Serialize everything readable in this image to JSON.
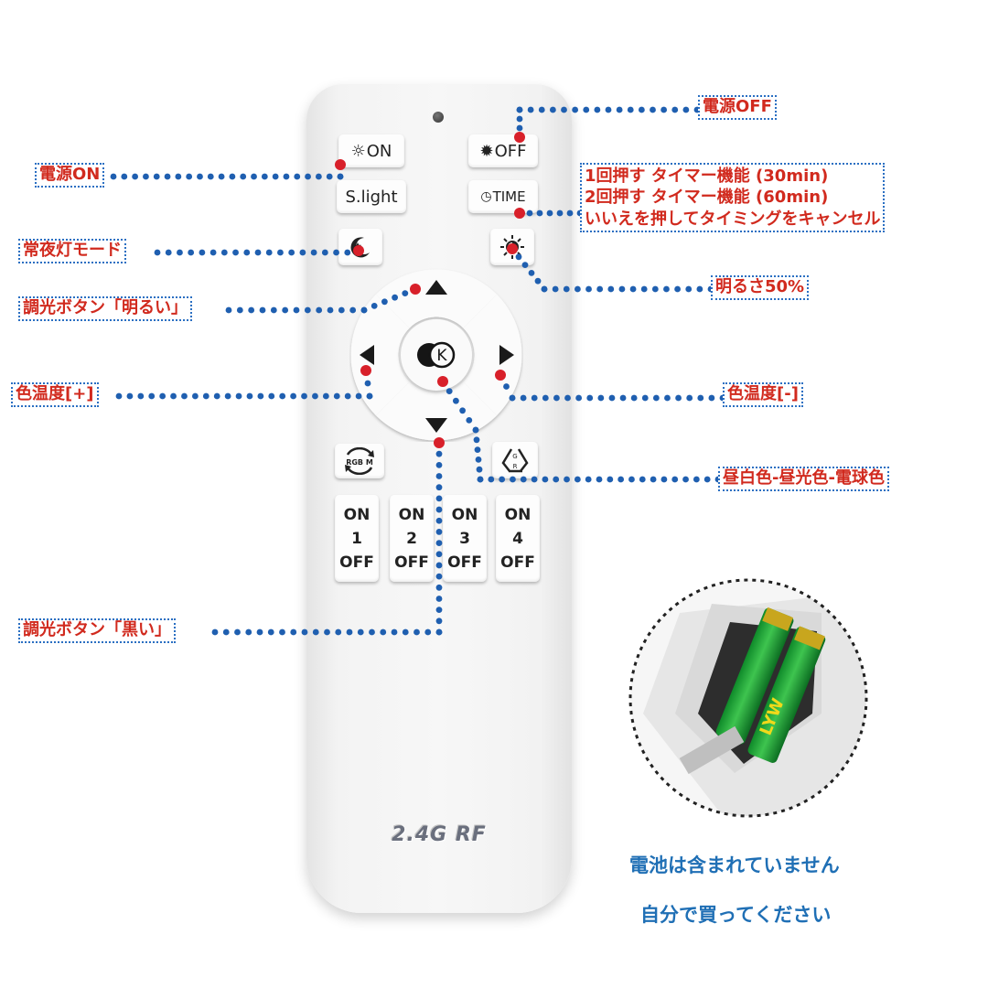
{
  "remote": {
    "buttons": {
      "on": {
        "icon": "sun-outline-icon",
        "label": "ON"
      },
      "off": {
        "icon": "sun-filled-icon",
        "label": "OFF"
      },
      "slight": {
        "label": "S.light"
      },
      "time": {
        "icon": "clock-icon",
        "label": "TIME"
      },
      "night": {
        "icon": "moon-star-icon"
      },
      "half": {
        "icon": "half-brightness-icon"
      },
      "ok": {
        "icon": "k-icon",
        "label": "K"
      },
      "rgb": {
        "icon": "rgb-cycle-icon",
        "label": "RGB M"
      },
      "colorcycle": {
        "icon": "color-cycle-icon"
      },
      "zones": [
        {
          "on": "ON",
          "num": "1",
          "off": "OFF"
        },
        {
          "on": "ON",
          "num": "2",
          "off": "OFF"
        },
        {
          "on": "ON",
          "num": "3",
          "off": "OFF"
        },
        {
          "on": "ON",
          "num": "4",
          "off": "OFF"
        }
      ]
    },
    "brand": "2.4G RF"
  },
  "annotations": {
    "power_off": "電源OFF",
    "power_on": "電源ON",
    "timer": "1回押す タイマー機能 (30min)\n2回押す タイマー機能 (60min)\nいいえを押してタイミングをキャンセル",
    "night_mode": "常夜灯モード",
    "brightness_50": "明るさ50%",
    "dimmer_bright": "調光ボタン「明るい」",
    "color_temp_plus": "色温度[+]",
    "color_temp_minus": "色温度[-]",
    "color_cycle": "昼白色-昼光色-電球色",
    "dimmer_dark": "調光ボタン「黒い」"
  },
  "battery_inset": {
    "battery_brand": "LYW",
    "note1": "電池は含まれていません",
    "note2": "自分で買ってください"
  },
  "colors": {
    "label_text": "#d12a1e",
    "label_border": "#2a6fc2",
    "leader_dot": "#1f5fb0",
    "marker_dot": "#d8202a",
    "note_text": "#1f6fb5"
  }
}
